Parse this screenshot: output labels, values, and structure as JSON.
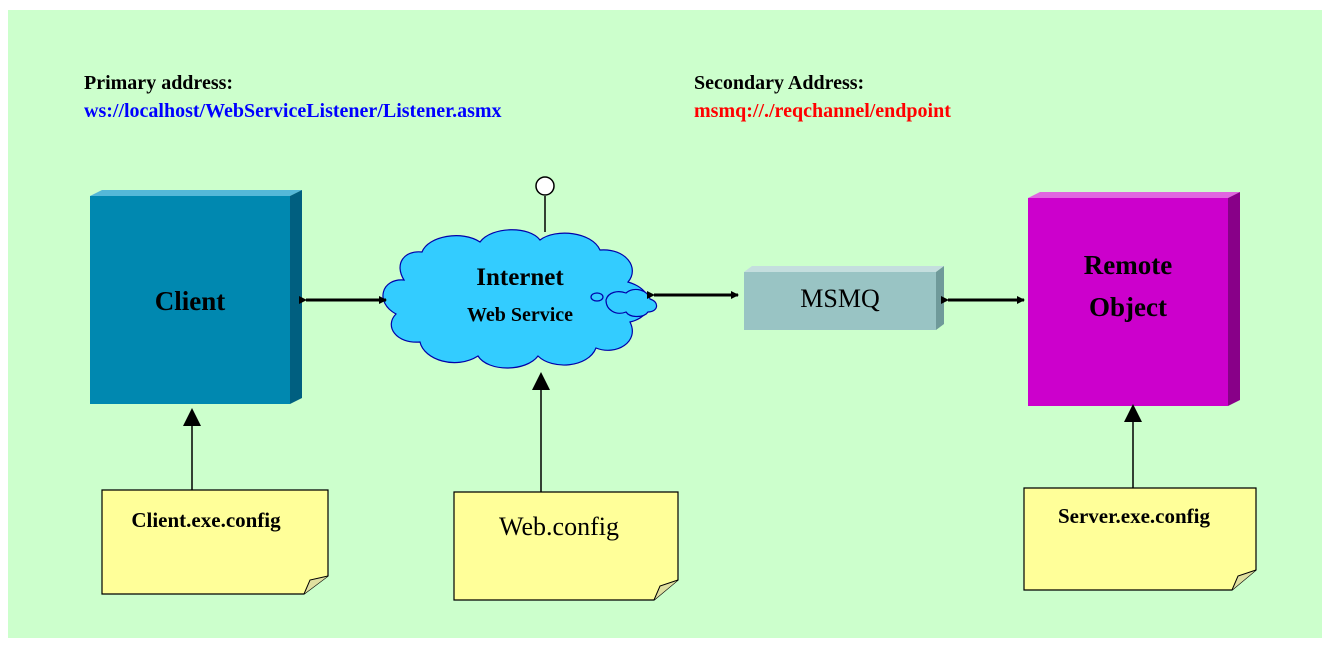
{
  "colors": {
    "background": "#ccffcc",
    "primary_url": "#0000ff",
    "secondary_url": "#ff0000",
    "client_box": "#0088b0",
    "cloud": "#33ccff",
    "msmq_box": "#99c4c4",
    "remote_box": "#cc00cc",
    "note": "#ffff99"
  },
  "header": {
    "primary_label": "Primary address:",
    "primary_url": "ws://localhost/WebServiceListener/Listener.asmx",
    "secondary_label": "Secondary Address:",
    "secondary_url": "msmq://./reqchannel/endpoint"
  },
  "nodes": {
    "client": "Client",
    "internet_title": "Internet",
    "internet_subtitle": "Web Service",
    "msmq": "MSMQ",
    "remote_line1": "Remote",
    "remote_line2": "Object"
  },
  "configs": {
    "client": "Client.exe.config",
    "web": "Web.config",
    "server": "Server.exe.config"
  }
}
